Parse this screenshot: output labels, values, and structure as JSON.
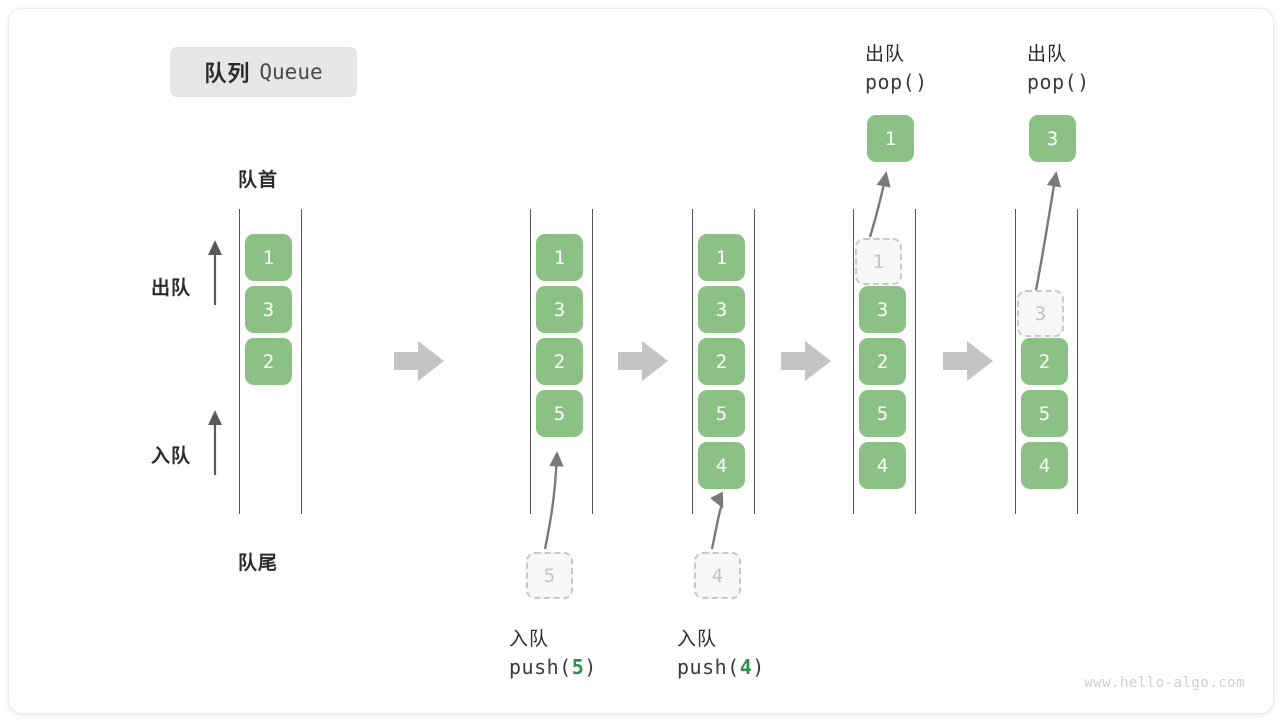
{
  "title": {
    "cn": "队列",
    "en": "Queue"
  },
  "labels": {
    "front": "队首",
    "rear": "队尾",
    "dequeue": "出队",
    "enqueue": "入队"
  },
  "watermark": "www.hello-algo.com",
  "colors": {
    "cell_fill": "#8cc185",
    "cell_text": "#ffffff",
    "ghost_fill": "#f7f7f7",
    "ghost_border": "#c9c9c9",
    "accent_number": "#2f8f46",
    "arrow_gray": "#7a7a7a",
    "step_arrow": "#c4c4c4"
  },
  "steps": [
    {
      "id": "initial",
      "cells": [
        "1",
        "3",
        "2"
      ],
      "ghost": null,
      "popped": null,
      "caption": null,
      "side_labels": {
        "top": "队首",
        "bottom": "队尾",
        "up_top": "出队",
        "up_bottom": "入队"
      }
    },
    {
      "id": "push-5",
      "cells": [
        "1",
        "3",
        "2",
        "5"
      ],
      "ghost": {
        "value": "5",
        "position": "below"
      },
      "popped": null,
      "caption": {
        "cn": "入队",
        "code_prefix": "push(",
        "code_value": "5",
        "code_suffix": ")"
      }
    },
    {
      "id": "push-4",
      "cells": [
        "1",
        "3",
        "2",
        "5",
        "4"
      ],
      "ghost": {
        "value": "4",
        "position": "below"
      },
      "popped": null,
      "caption": {
        "cn": "入队",
        "code_prefix": "push(",
        "code_value": "4",
        "code_suffix": ")"
      }
    },
    {
      "id": "pop-1",
      "cells": [
        "3",
        "2",
        "5",
        "4"
      ],
      "ghost": {
        "value": "1",
        "position": "slot-0"
      },
      "popped": "1",
      "caption_top": {
        "cn": "出队",
        "code_prefix": "pop(",
        "code_value": "",
        "code_suffix": ")"
      }
    },
    {
      "id": "pop-3",
      "cells": [
        "2",
        "5",
        "4"
      ],
      "ghost": {
        "value": "3",
        "position": "slot-1"
      },
      "popped": "3",
      "caption_top": {
        "cn": "出队",
        "code_prefix": "pop(",
        "code_value": "",
        "code_suffix": ")"
      }
    }
  ]
}
